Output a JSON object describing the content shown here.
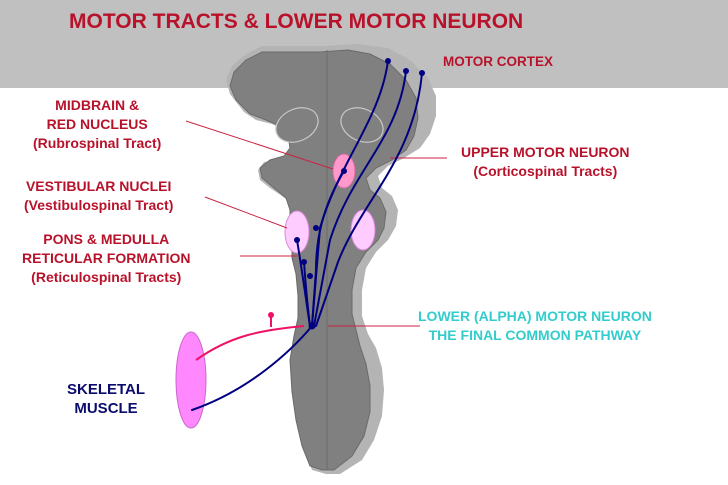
{
  "title": "MOTOR TRACTS & LOWER MOTOR NEURON",
  "labels": {
    "motor_cortex": "MOTOR CORTEX",
    "midbrain": [
      "MIDBRAIN &",
      "RED NUCLEUS",
      "(Rubrospinal Tract)"
    ],
    "upper_motor_neuron": [
      "UPPER MOTOR NEURON",
      "(Corticospinal Tracts)"
    ],
    "vestibular": [
      "VESTIBULAR NUCLEI",
      "(Vestibulospinal Tract)"
    ],
    "pons_medulla": [
      "PONS & MEDULLA",
      "RETICULAR FORMATION",
      "(Reticulospinal Tracts)"
    ],
    "lower_motor_neuron": [
      "LOWER (ALPHA) MOTOR NEURON",
      "THE FINAL COMMON PATHWAY"
    ],
    "skeletal_muscle": [
      "SKELETAL",
      "MUSCLE"
    ]
  },
  "colors": {
    "header_band": "#c0c0c0",
    "label_red": "#b8122b",
    "label_teal": "#33cccc",
    "brain_fill": "#808080",
    "brain_side": "#b4b4b4",
    "nucleus_fill": "#ffccff",
    "red_nucleus_fill": "#ff99cc",
    "muscle_fill": "#ff88ff",
    "tract_color": "#000080",
    "sensory_color": "#ee1166",
    "leader_color": "#cc2244"
  }
}
